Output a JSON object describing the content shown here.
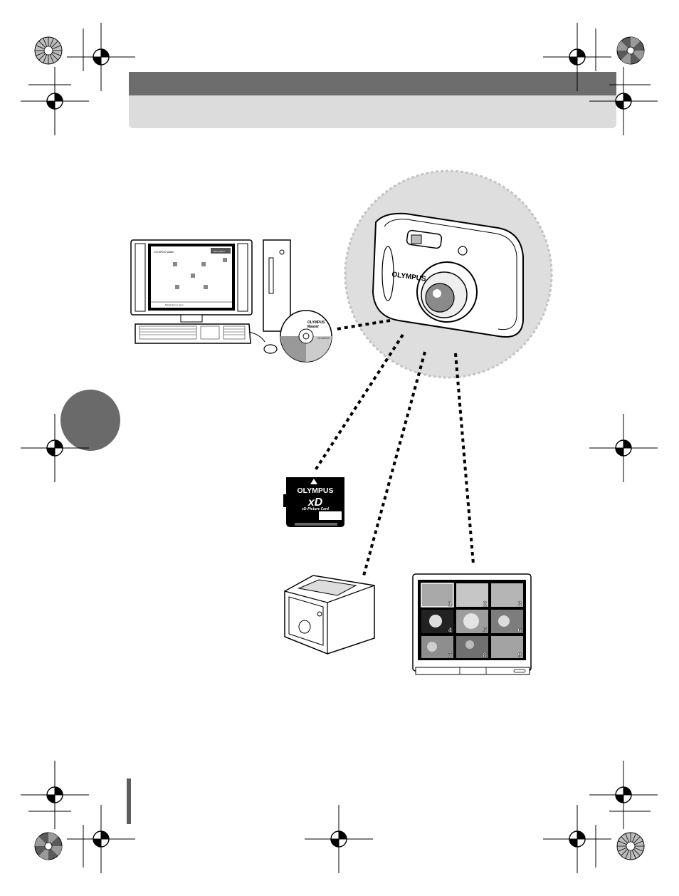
{
  "brand": "OLYMPUS",
  "card": {
    "brand": "OLYMPUS",
    "logo": "xD",
    "label": "xD-Picture Card"
  },
  "cdrom": {
    "title_line1": "OLYMPUS",
    "title_line2": "Master",
    "brand": "OLYMPUS"
  },
  "software_window": {
    "title": "OLYMPUS Master",
    "menu_button": "Menu Menu",
    "status": "Select item to open"
  },
  "tv_thumbnails": [
    "1",
    "2",
    "3",
    "4",
    "5",
    "6",
    "7",
    "8",
    "9"
  ],
  "icons": [
    "registration-mark-icon",
    "color-wheel-icon"
  ]
}
